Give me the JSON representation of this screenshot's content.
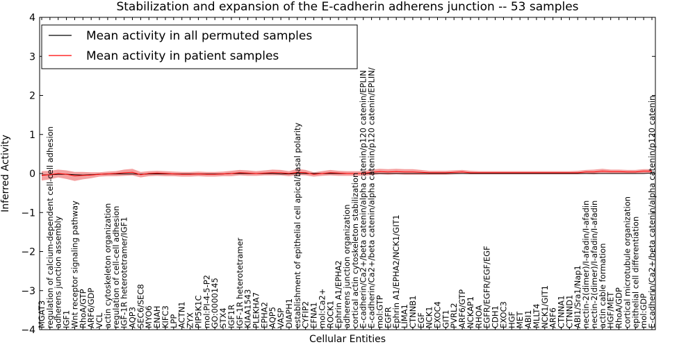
{
  "chart_data": {
    "type": "line",
    "title": "Stabilization and expansion of the E-cadherin adherens junction -- 53 samples",
    "xlabel": "Cellular Entities",
    "ylabel": "Inferred Activity",
    "ylim": [
      -4,
      4
    ],
    "yticks": [
      "−4",
      "−3",
      "−2",
      "−1",
      "0",
      "1",
      "2",
      "3",
      "4"
    ],
    "grid": false,
    "legend_position": "top-left",
    "categories": [
      "MGAT3",
      "regulation of calcium-dependent cell-cell adhesion",
      "adherens junction assembly",
      "IGF1",
      "Wnt receptor signaling pathway",
      "RhoA/GTP",
      "ARF6/GDP",
      "VCL",
      "actin cytoskeleton organization",
      "regulation of cell-cell adhesion",
      "IGF-1R heterotetramer/IGF1",
      "AQP3",
      "SEC6/SEC8",
      "MYO6",
      "ENAH",
      "KIFC3",
      "LPP",
      "ACTN1",
      "ZYX",
      "PIP5K1C",
      "mol:PI-4-5-P2",
      "GO:0000145",
      "STX4",
      "IGF1R",
      "IGF-1R heterotetramer",
      "KIAA1543",
      "PLEKHA7",
      "EPHA2",
      "AQP5",
      "VASP",
      "DIAPH1",
      "establishment of epithelial cell apical/basal polarity",
      "CYFIP2",
      "EFNA1",
      "mol:Ca2+",
      "ROCK1",
      "Ephrin A1/EPHA2",
      "adherens junction organization",
      "cortical actin cytoskeleton stabilization",
      "E-cadherin/Ca2+/beta catenin/alpha catenin/p120 catenin/EPLIN",
      "E-cadherin/Ca2+/beta catenin/alpha catenin/p120 catenin/EPLIN/",
      "mol:GTP",
      "EGFR",
      "Ephrin A1/EPHA2/NCK1/GIT1",
      "LIMA1",
      "CTNNB1",
      "EGF",
      "NCK1",
      "EXOC4",
      "GIT1",
      "PVRL2",
      "ARF6/GTP",
      "NCKAP1",
      "RHOA",
      "EGFR/EGFR/EGF/EGF",
      "CDH1",
      "EXOC3",
      "HGF",
      "MET",
      "ABI1",
      "MLLT4",
      "NCK1/GIT1",
      "ARF6",
      "CTNNA1",
      "CTNND1",
      "ABI1/Sra1/Nap1",
      "nectin-2(dimer)/I-afadin/I-afadin",
      "nectin-2(dimer)/I-afadin/I-afadin",
      "actin cable formation",
      "HGF/MET",
      "RhoA/GDP",
      "cortical microtubule organization",
      "epithelial cell differentiation",
      "mol:GDP",
      "E-cadherin/Ca2+/beta catenin/alpha catenin/p120 catenin"
    ],
    "series": [
      {
        "name": "Mean activity in all permuted samples",
        "color": "#000000",
        "values": [
          -0.04,
          -0.03,
          -0.02,
          -0.02,
          -0.03,
          -0.04,
          -0.03,
          -0.02,
          -0.01,
          -0.01,
          -0.01,
          -0.01,
          -0.02,
          -0.01,
          -0.01,
          -0.01,
          -0.01,
          -0.01,
          -0.01,
          -0.01,
          -0.01,
          -0.01,
          -0.01,
          0.0,
          0.0,
          0.0,
          0.0,
          0.0,
          0.0,
          -0.01,
          -0.01,
          0.0,
          0.0,
          0.0,
          0.0,
          0.0,
          0.0,
          0.0,
          0.0,
          0.0,
          0.0,
          0.0,
          0.0,
          0.0,
          0.0,
          0.0,
          0.0,
          0.0,
          0.0,
          0.0,
          0.0,
          0.0,
          0.0,
          0.0,
          0.0,
          0.0,
          0.0,
          0.0,
          0.0,
          0.0,
          0.0,
          0.0,
          0.0,
          0.0,
          0.0,
          0.0,
          0.0,
          0.0,
          0.0,
          0.0,
          0.0,
          0.0,
          0.0,
          0.0,
          0.01
        ]
      },
      {
        "name": "Mean activity in patient samples",
        "color": "#ff0000",
        "values": [
          -0.05,
          -0.03,
          0.0,
          -0.02,
          -0.06,
          -0.05,
          -0.04,
          -0.02,
          -0.01,
          0.0,
          0.02,
          0.03,
          -0.03,
          0.0,
          0.01,
          0.0,
          -0.01,
          -0.02,
          -0.02,
          -0.01,
          -0.02,
          -0.02,
          -0.01,
          0.0,
          0.02,
          0.01,
          0.0,
          0.01,
          0.02,
          0.02,
          0.0,
          0.03,
          0.02,
          -0.02,
          0.0,
          0.02,
          0.01,
          0.0,
          0.0,
          0.0,
          0.03,
          0.05,
          0.04,
          0.05,
          0.04,
          0.04,
          0.03,
          0.02,
          0.02,
          0.02,
          0.03,
          0.04,
          0.02,
          0.02,
          0.02,
          0.02,
          0.02,
          0.02,
          0.02,
          0.02,
          0.02,
          0.02,
          0.02,
          0.02,
          0.02,
          0.02,
          0.04,
          0.04,
          0.06,
          0.05,
          0.05,
          0.04,
          0.04,
          0.06,
          0.06
        ]
      }
    ],
    "band": {
      "lower": [
        -0.18,
        -0.15,
        -0.1,
        -0.14,
        -0.19,
        -0.15,
        -0.12,
        -0.08,
        -0.07,
        -0.07,
        -0.06,
        -0.05,
        -0.1,
        -0.07,
        -0.06,
        -0.07,
        -0.07,
        -0.08,
        -0.08,
        -0.07,
        -0.08,
        -0.08,
        -0.07,
        -0.07,
        -0.05,
        -0.06,
        -0.06,
        -0.05,
        -0.05,
        -0.05,
        -0.07,
        -0.04,
        -0.05,
        -0.08,
        -0.06,
        -0.05,
        -0.06,
        -0.06,
        -0.06,
        -0.06,
        -0.04,
        -0.02,
        -0.03,
        -0.02,
        -0.03,
        -0.03,
        -0.03,
        -0.03,
        -0.03,
        -0.03,
        -0.02,
        -0.01,
        -0.02,
        -0.02,
        -0.02,
        -0.02,
        -0.02,
        -0.02,
        -0.02,
        -0.02,
        -0.02,
        -0.02,
        -0.02,
        -0.02,
        -0.02,
        -0.02,
        -0.01,
        -0.02,
        0.0,
        -0.01,
        -0.01,
        -0.01,
        -0.01,
        0.0,
        0.0
      ],
      "upper": [
        0.06,
        0.07,
        0.1,
        0.08,
        0.04,
        0.04,
        0.03,
        0.03,
        0.05,
        0.06,
        0.1,
        0.12,
        0.04,
        0.06,
        0.07,
        0.06,
        0.05,
        0.04,
        0.04,
        0.05,
        0.04,
        0.04,
        0.05,
        0.07,
        0.09,
        0.08,
        0.06,
        0.08,
        0.1,
        0.09,
        0.06,
        0.12,
        0.09,
        0.03,
        0.06,
        0.09,
        0.07,
        0.06,
        0.06,
        0.06,
        0.1,
        0.12,
        0.11,
        0.12,
        0.11,
        0.11,
        0.09,
        0.07,
        0.07,
        0.07,
        0.08,
        0.09,
        0.07,
        0.06,
        0.06,
        0.06,
        0.06,
        0.06,
        0.06,
        0.06,
        0.06,
        0.06,
        0.06,
        0.06,
        0.06,
        0.07,
        0.09,
        0.1,
        0.12,
        0.1,
        0.1,
        0.09,
        0.09,
        0.11,
        0.11
      ],
      "color": "#f08080"
    }
  }
}
